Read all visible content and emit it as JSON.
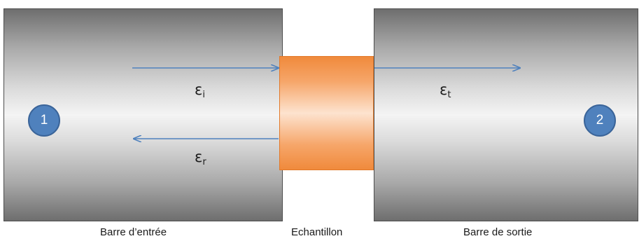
{
  "diagram": {
    "circles": {
      "left": "1",
      "right": "2"
    },
    "strains": {
      "incident": {
        "symbol": "ε",
        "subscript": "i"
      },
      "transmitted": {
        "symbol": "ε",
        "subscript": "t"
      },
      "reflected": {
        "symbol": "ε",
        "subscript": "r"
      }
    },
    "captions": {
      "input_bar": "Barre d’entrée",
      "specimen": "Echantillon",
      "output_bar": "Barre de sortie"
    },
    "colors": {
      "bar_dark": "#6e6e6e",
      "bar_light": "#f4f4f4",
      "specimen_orange": "#f08a3c",
      "circle_blue": "#4f81bd",
      "arrow_blue": "#4f81bd"
    }
  }
}
